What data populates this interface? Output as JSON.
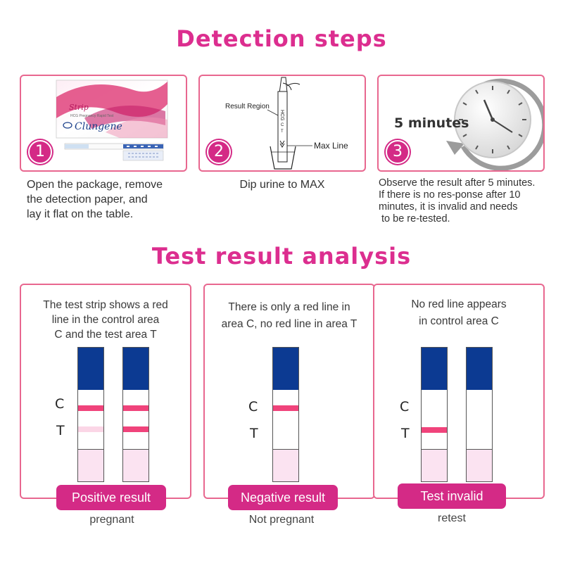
{
  "headings": {
    "steps": "Detection steps",
    "analysis": "Test result analysis"
  },
  "steps": [
    {
      "number": "1",
      "text_lines": [
        "Open the package, remove",
        "the detection paper, and",
        "lay it flat on the table."
      ],
      "package": {
        "brand": "Clungene",
        "product": "Strip",
        "subtitle": "HCG Pregnancy Rapid Test"
      }
    },
    {
      "number": "2",
      "text_lines": [
        "Dip urine to MAX"
      ],
      "diagram": {
        "result_region_label": "Result Region",
        "max_line_label": "Max Line",
        "strip_text": "HCG",
        "c_mark": "C",
        "t_mark": "T"
      }
    },
    {
      "number": "3",
      "text_lines": [
        "Observe the result after 5 minutes.",
        "If there is no res-ponse after 10",
        "minutes, it is invalid and needs",
        " to be re-tested."
      ],
      "clock": {
        "label": "5 minutes"
      }
    }
  ],
  "results": [
    {
      "description_lines": [
        "The test strip shows a red",
        "line in the control area",
        "C and the test area T"
      ],
      "c_label": "C",
      "t_label": "T",
      "badge": "Positive result",
      "meaning": "pregnant"
    },
    {
      "description_lines": [
        "There is only a red line in",
        "area C, no red line in area T"
      ],
      "c_label": "C",
      "t_label": "T",
      "badge": "Negative result",
      "meaning": "Not pregnant"
    },
    {
      "description_lines": [
        "No red line appears",
        "in control area C"
      ],
      "c_label": "C",
      "t_label": "T",
      "badge": "Test invalid",
      "meaning": "retest"
    }
  ],
  "colors": {
    "accent": "#dc2e8f",
    "badge": "#d42a86",
    "card_border": "#e8678f",
    "strip_cap": "#0c3a92",
    "red_line": "#f0437b",
    "faint_line": "#fbd6e6",
    "strip_base": "#fbe3f1"
  }
}
